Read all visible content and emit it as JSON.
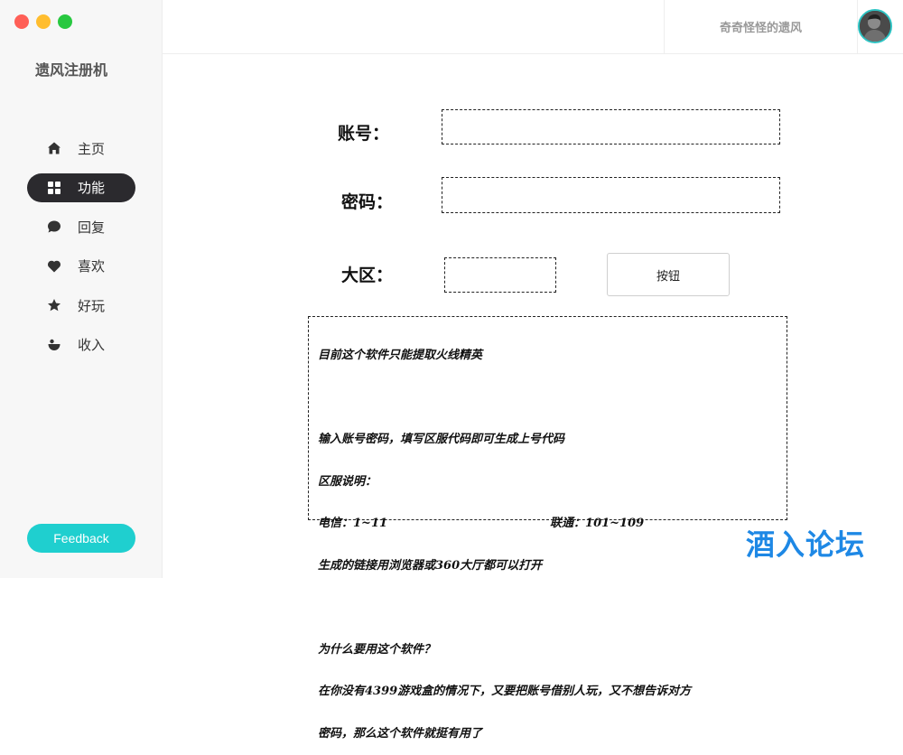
{
  "app": {
    "title": "遗风注册机"
  },
  "user": {
    "name": "奇奇怪怪的遗风"
  },
  "sidebar": {
    "items": [
      {
        "label": "主页",
        "icon": "home-icon"
      },
      {
        "label": "功能",
        "icon": "grid-icon",
        "active": true
      },
      {
        "label": "回复",
        "icon": "chat-icon"
      },
      {
        "label": "喜欢",
        "icon": "heart-icon"
      },
      {
        "label": "好玩",
        "icon": "star-icon"
      },
      {
        "label": "收入",
        "icon": "bowl-icon"
      }
    ],
    "feedback_label": "Feedback"
  },
  "form": {
    "account_label": "账号：",
    "password_label": "密码：",
    "region_label": "大区：",
    "account_value": "",
    "password_value": "",
    "region_value": "",
    "button_label": "按钮"
  },
  "info": {
    "line1": "目前这个软件只能提取火线精英",
    "line2": "",
    "line3": "输入账号密码，填写区服代码即可生成上号代码",
    "line4": "区服说明：",
    "line5a": "电信：1~11",
    "line5b": "联通：101~109",
    "line6": "生成的链接用浏览器或360大厅都可以打开",
    "line7": "",
    "line8": "为什么要用这个软件？",
    "line9": "在你没有4399游戏盒的情况下，又要把账号借别人玩，又不想告诉对方",
    "line10": "密码，那么这个软件就挺有用了"
  },
  "watermark": {
    "text": "酒入论坛"
  },
  "colors": {
    "accent": "#1fcfcf",
    "nav_active_bg": "#2b2a2e",
    "watermark": "#1e88e5"
  }
}
